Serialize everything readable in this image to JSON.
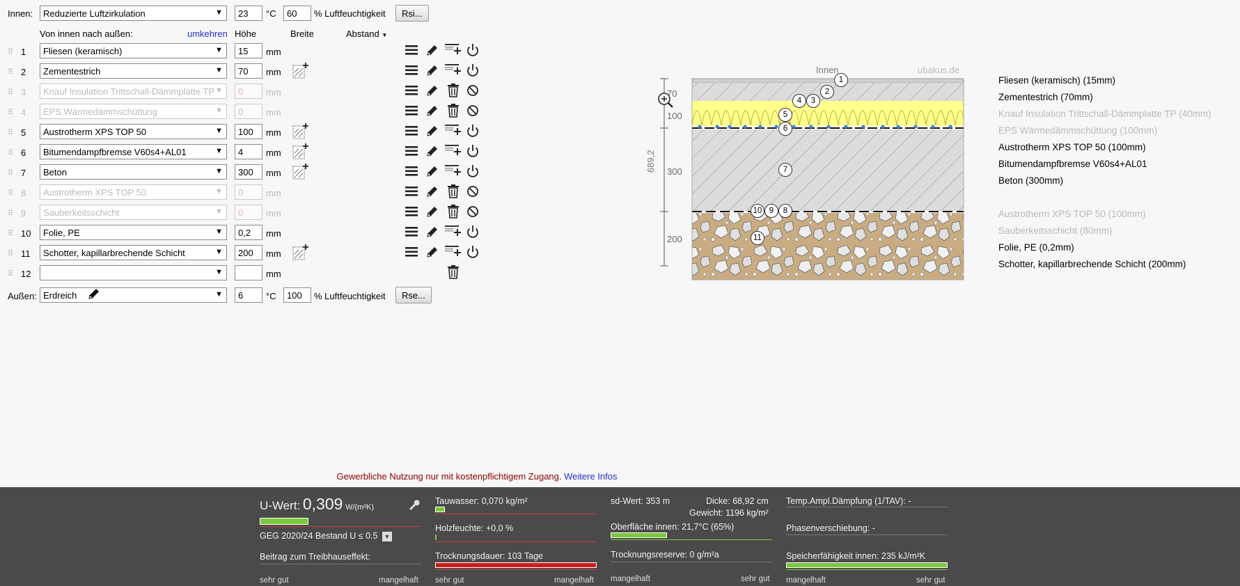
{
  "inside": {
    "label": "Innen:",
    "climate": "Reduzierte Luftzirkulation",
    "temp": "23",
    "temp_unit": "°C",
    "humidity": "60",
    "humidity_label": "% Luftfeuchtigkeit",
    "rsi_button": "Rsi..."
  },
  "header": {
    "direction": "Von innen nach außen:",
    "reverse": "umkehren",
    "height": "Höhe",
    "width": "Breite",
    "spacing": "Abstand"
  },
  "layers": [
    {
      "n": "1",
      "material": "Fliesen (keramisch)",
      "thickness": "15",
      "unit": "mm",
      "active": true
    },
    {
      "n": "2",
      "material": "Zementestrich",
      "thickness": "70",
      "unit": "mm",
      "active": true
    },
    {
      "n": "3",
      "material": "Knauf Insulation Trittschall-Dämmplatte TP",
      "thickness": "0",
      "unit": "mm",
      "active": false
    },
    {
      "n": "4",
      "material": "EPS Wärmedämmschüttung",
      "thickness": "0",
      "unit": "mm",
      "active": false
    },
    {
      "n": "5",
      "material": "Austrotherm XPS TOP 50",
      "thickness": "100",
      "unit": "mm",
      "active": true
    },
    {
      "n": "6",
      "material": "Bitumendampfbremse V60s4+AL01",
      "thickness": "4",
      "unit": "mm",
      "active": true
    },
    {
      "n": "7",
      "material": "Beton",
      "thickness": "300",
      "unit": "mm",
      "active": true
    },
    {
      "n": "8",
      "material": "Austrotherm XPS TOP 50",
      "thickness": "0",
      "unit": "mm",
      "active": false
    },
    {
      "n": "9",
      "material": "Sauberkeitsschicht",
      "thickness": "0",
      "unit": "mm",
      "active": false
    },
    {
      "n": "10",
      "material": "Folie, PE",
      "thickness": "0,2",
      "unit": "mm",
      "active": true
    },
    {
      "n": "11",
      "material": "Schotter, kapillarbrechende Schicht",
      "thickness": "200",
      "unit": "mm",
      "active": true
    },
    {
      "n": "12",
      "material": "",
      "thickness": "",
      "unit": "mm",
      "active": true
    }
  ],
  "outside": {
    "label": "Außen:",
    "climate": "Erdreich",
    "temp": "6",
    "temp_unit": "°C",
    "humidity": "100",
    "humidity_label": "% Luftfeuchtigkeit",
    "rse_button": "Rse..."
  },
  "diagram": {
    "inside_label": "Innen",
    "watermark": "ubakus.de",
    "total_label": "689,2",
    "dim_labels": [
      "70",
      "100",
      "300",
      "200"
    ],
    "legend": [
      {
        "text": "Fliesen (keramisch) (15mm)",
        "active": true
      },
      {
        "text": "Zementestrich (70mm)",
        "active": true
      },
      {
        "text": "Knauf Insulation Trittschall-Dämmplatte TP (40mm)",
        "active": false
      },
      {
        "text": "EPS Wärmedämmschüttung (100mm)",
        "active": false
      },
      {
        "text": "Austrotherm XPS TOP 50 (100mm)",
        "active": true
      },
      {
        "text": "Bitumendampfbremse V60s4+AL01",
        "active": true
      },
      {
        "text": "Beton (300mm)",
        "active": true
      },
      {
        "text": "Austrotherm XPS TOP 50 (100mm)",
        "active": false
      },
      {
        "text": "Sauberkeitsschicht (80mm)",
        "active": false
      },
      {
        "text": "Folie, PE (0,2mm)",
        "active": true
      },
      {
        "text": "Schotter, kapillarbrechende Schicht (200mm)",
        "active": true
      }
    ],
    "markers": [
      "1",
      "2",
      "3",
      "4",
      "5",
      "6",
      "7",
      "8",
      "9",
      "10",
      "11"
    ]
  },
  "notice": {
    "text": "Gewerbliche Nutzung nur mit kostenpflichtigem Zugang.",
    "link": "Weitere Infos"
  },
  "results": {
    "uwert_label": "U-Wert:",
    "uwert_value": "0,309",
    "uwert_unit": "W/(m²K)",
    "standard": "GEG 2020/24 Bestand U ≤ 0.5",
    "greenhouse": "Beitrag zum Treibhauseffekt:",
    "tauwasser": "Tauwasser: 0,070 kg/m²",
    "holzfeuchte": "Holzfeuchte: +0,0 %",
    "trocknungsdauer": "Trocknungsdauer: 103 Tage",
    "sdwert": "sd-Wert: 353 m",
    "dicke": "Dicke: 68,92 cm",
    "gewicht": "Gewicht: 1196 kg/m²",
    "oberflaeche": "Oberfläche innen: 21,7°C (65%)",
    "trocknungsreserve": "Trocknungsreserve: 0 g/m²a",
    "tav": "Temp.Ampl.Dämpfung (1/TAV): -",
    "phase": "Phasenverschiebung: -",
    "speicher": "Speicherfähigkeit innen: 235 kJ/m²K",
    "good": "sehr gut",
    "poor": "mangelhaft",
    "uwert_fill": 0.3,
    "tauwasser_fill": 0.06,
    "holzfeuchte_fill": 0.01,
    "trocknung_fill": 1.0,
    "oberflaeche_fill": 0.35,
    "speicher_fill": 1.0
  },
  "colors": {
    "green": "#7cc83c",
    "red": "#d21a1a",
    "link": "#2233cc",
    "notice": "#8b0000",
    "footer": "#4a4a4a"
  }
}
